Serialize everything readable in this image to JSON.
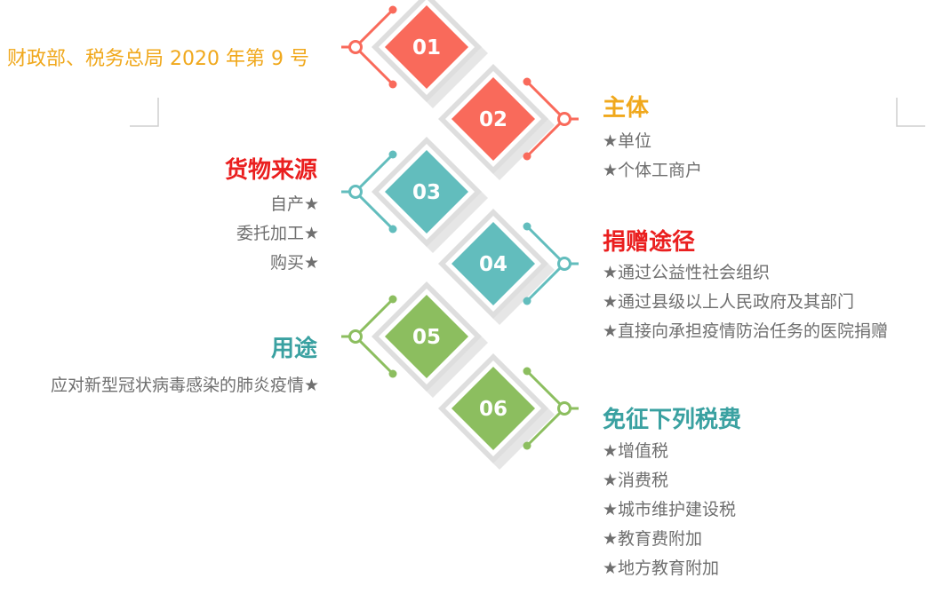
{
  "source": "财政部、税务总局 2020 年第 9 号",
  "colors": {
    "coral": "#f96a5b",
    "teal": "#62bdbd",
    "green": "#8cbe5f",
    "gold": "#f0a81c",
    "red": "#ea1f1f",
    "dark_teal": "#3aa1a1",
    "text_gray": "#6f6f6f",
    "frame_gray": "#dedede"
  },
  "steps": [
    {
      "number": "01"
    },
    {
      "number": "02",
      "heading": "主体",
      "items": [
        "★单位",
        "★个体工商户"
      ]
    },
    {
      "number": "03",
      "heading": "货物来源",
      "items": [
        "自产★",
        "委托加工★",
        "购买★"
      ]
    },
    {
      "number": "04",
      "heading": "捐赠途径",
      "items": [
        "★通过公益性社会组织",
        "★通过县级以上人民政府及其部门",
        "★直接向承担疫情防治任务的医院捐赠"
      ]
    },
    {
      "number": "05",
      "heading": "用途",
      "items": [
        "应对新型冠状病毒感染的肺炎疫情★"
      ]
    },
    {
      "number": "06",
      "heading": "免征下列税费",
      "items": [
        "★增值税",
        "★消费税",
        "★城市维护建设税",
        "★教育费附加",
        "★地方教育附加"
      ]
    }
  ]
}
